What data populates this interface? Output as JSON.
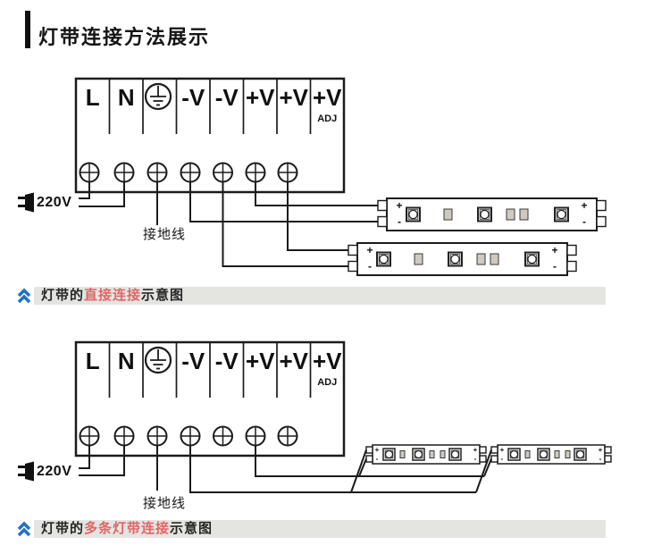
{
  "title": "灯带连接方法展示",
  "terminal_labels": [
    "L",
    "N",
    "",
    "-V",
    "-V",
    "+V",
    "+V",
    "+V"
  ],
  "terminal_sub_label": "ADJ",
  "power_label": "220V",
  "ground_wire_label": "接地线",
  "strip_pads": {
    "plus": "+",
    "minus": "-"
  },
  "captions": [
    {
      "prefix": "灯带的",
      "highlight": "直接连接",
      "suffix": "示意图"
    },
    {
      "prefix": "灯带的",
      "highlight": "多条灯带连接",
      "suffix": "示意图"
    }
  ],
  "icons": {
    "caption_marker": "double-chevron-up-icon",
    "power": "plug-icon",
    "ground": "earth-ground-icon",
    "screw": "screw-terminal-icon",
    "led": "led-chip-icon",
    "resistor": "resistor-chip-icon"
  },
  "colors": {
    "line": "#1b1b1b",
    "label_text": "#111111",
    "caption_highlight": "#e06666",
    "caption_text": "#262626",
    "chevron_blue": "#2273c5",
    "caption_bar": "#e4e4e1",
    "resistor_fill": "#cfc9c0"
  }
}
